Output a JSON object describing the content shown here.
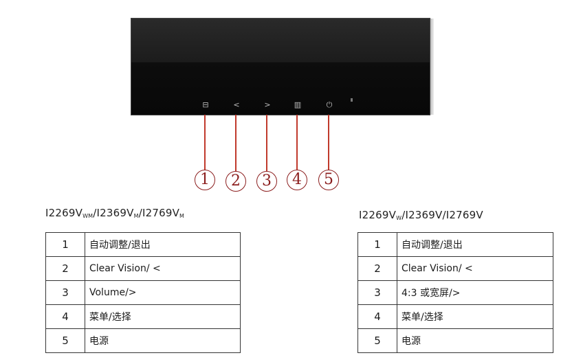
{
  "monitor": {
    "buttons": [
      {
        "num": "1",
        "icon": "auto-adjust-icon",
        "glyph": "⊟"
      },
      {
        "num": "2",
        "icon": "chevron-left-icon",
        "glyph": "<"
      },
      {
        "num": "3",
        "icon": "chevron-right-icon",
        "glyph": ">"
      },
      {
        "num": "4",
        "icon": "menu-icon",
        "glyph": "▥"
      },
      {
        "num": "5",
        "icon": "power-icon",
        "glyph": "⏻"
      }
    ]
  },
  "callouts": [
    "①",
    "②",
    "③",
    "④",
    "⑤"
  ],
  "left": {
    "caption": {
      "p1": "I2269V",
      "s1": "WM",
      "p2": "/I2369V",
      "s2": "M",
      "p3": "/I2769V",
      "s3": "M"
    },
    "rows": [
      {
        "num": "1",
        "label": "自动调整/退出"
      },
      {
        "num": "2",
        "label": "Clear Vision/ <"
      },
      {
        "num": "3",
        "label": "Volume/>"
      },
      {
        "num": "4",
        "label": "菜单/选择"
      },
      {
        "num": "5",
        "label": "电源"
      }
    ]
  },
  "right": {
    "caption": {
      "p1": "I2269V",
      "s1": "W",
      "p2": "/I2369V/I2769V"
    },
    "rows": [
      {
        "num": "1",
        "label": "自动调整/退出"
      },
      {
        "num": "2",
        "label": "Clear Vision/ <"
      },
      {
        "num": "3",
        "label": "4:3 或宽屏/>"
      },
      {
        "num": "4",
        "label": "菜单/选择"
      },
      {
        "num": "5",
        "label": "电源"
      }
    ]
  }
}
